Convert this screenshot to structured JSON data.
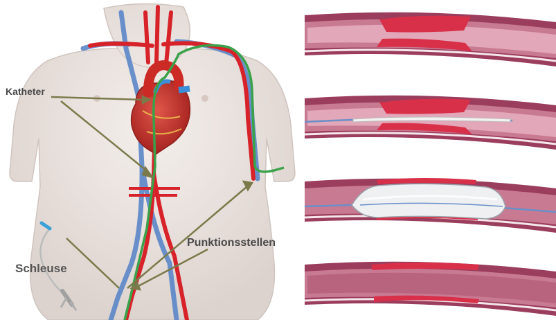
{
  "labels": {
    "catheter": "Katheter",
    "puncture_sites": "Punktionsstellen",
    "sheath": "Schleuse"
  },
  "colors": {
    "vessel_wall": "#9b3d5c",
    "vessel_inner": "#c97a93",
    "plaque": "#d9304a",
    "artery": "#d8222a",
    "vein": "#5b86c8",
    "guide_catheter": "#3aa24a",
    "skin": "#ece6e2"
  },
  "panels": [
    {
      "step": "stenosis"
    },
    {
      "step": "guidewire"
    },
    {
      "step": "balloon"
    },
    {
      "step": "dilated"
    }
  ]
}
